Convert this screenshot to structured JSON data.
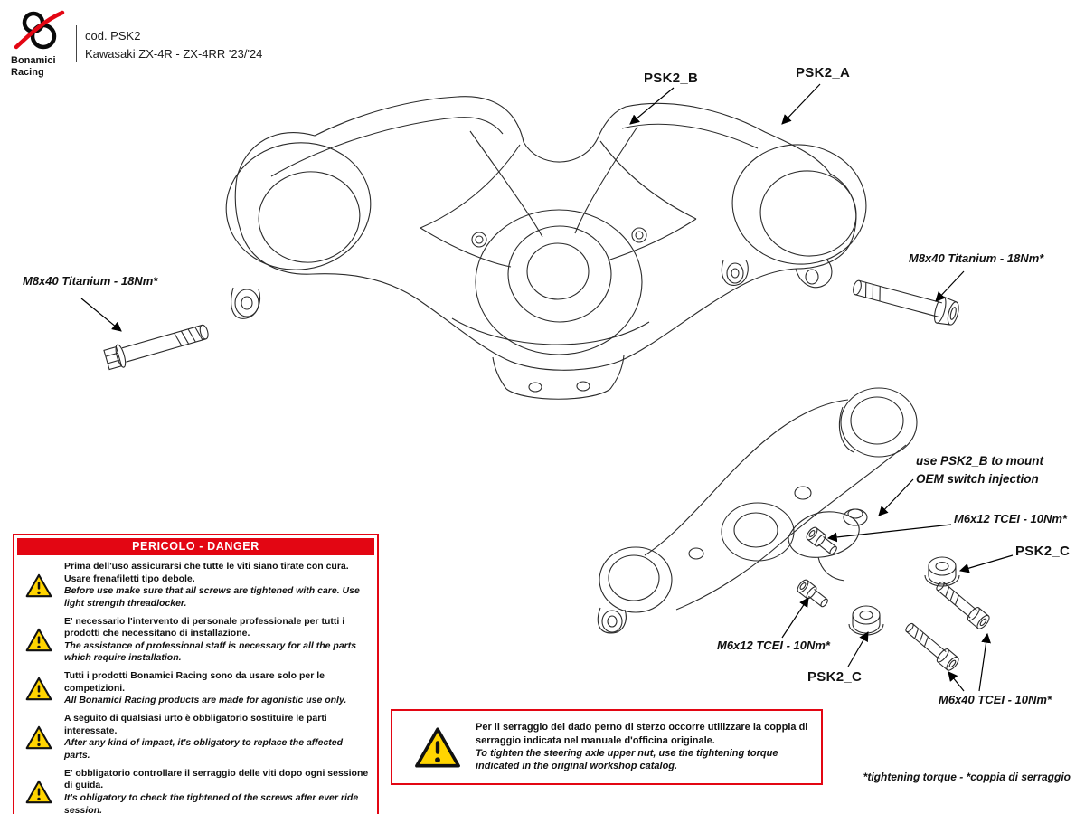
{
  "page": {
    "accent_red": "#e30613",
    "warning_yellow": "#ffd400"
  },
  "header": {
    "brand_line1": "Bonamici",
    "brand_line2": "Racing",
    "code": "cod. PSK2",
    "model": "Kawasaki ZX-4R  - ZX-4RR '23/'24"
  },
  "callouts": {
    "psk2_b": "PSK2_B",
    "psk2_a": "PSK2_A",
    "m8_left": "M8x40 Titanium - 18Nm*",
    "m8_right": "M8x40 Titanium - 18Nm*",
    "switch_note": "use PSK2_B to mount\nOEM switch injection",
    "m6x12_upper": "M6x12 TCEI - 10Nm*",
    "psk2_c_upper": "PSK2_C",
    "m6x12_lower": "M6x12 TCEI - 10Nm*",
    "psk2_c_lower": "PSK2_C",
    "m6x40": "M6x40 TCEI - 10Nm*",
    "torque_footnote": "*tightening torque - *coppia di serraggio"
  },
  "danger_box": {
    "title": "PERICOLO - DANGER",
    "items": [
      {
        "it": "Prima dell'uso assicurarsi che tutte le viti siano tirate con cura. Usare frenafiletti tipo debole.",
        "en": "Before use make sure that all screws are tightened with care. Use light strength threadlocker."
      },
      {
        "it": "E' necessario l'intervento di personale professionale per tutti i prodotti che necessitano di installazione.",
        "en": "The assistance of professional staff is necessary for all the parts which require installation."
      },
      {
        "it": "Tutti i prodotti Bonamici Racing sono da usare solo per le competizioni.",
        "en": "All Bonamici Racing products are made for agonistic use only."
      },
      {
        "it": "A seguito di qualsiasi urto è obbligatorio sostituire le parti interessate.",
        "en": "After any kind of impact, it's obligatory to replace the affected parts."
      },
      {
        "it": "E' obbligatorio controllare il serraggio delle viti dopo ogni sessione di guida.",
        "en": "It's obligatory to check the tightened of the screws after ever ride session."
      }
    ]
  },
  "steering_note": {
    "it": "Per il serraggio del dado perno di sterzo occorre utilizzare la coppia di serraggio indicata nel manuale d'officina originale.",
    "en": "To tighten the steering axle upper nut, use the tightening torque indicated in the original workshop catalog."
  }
}
